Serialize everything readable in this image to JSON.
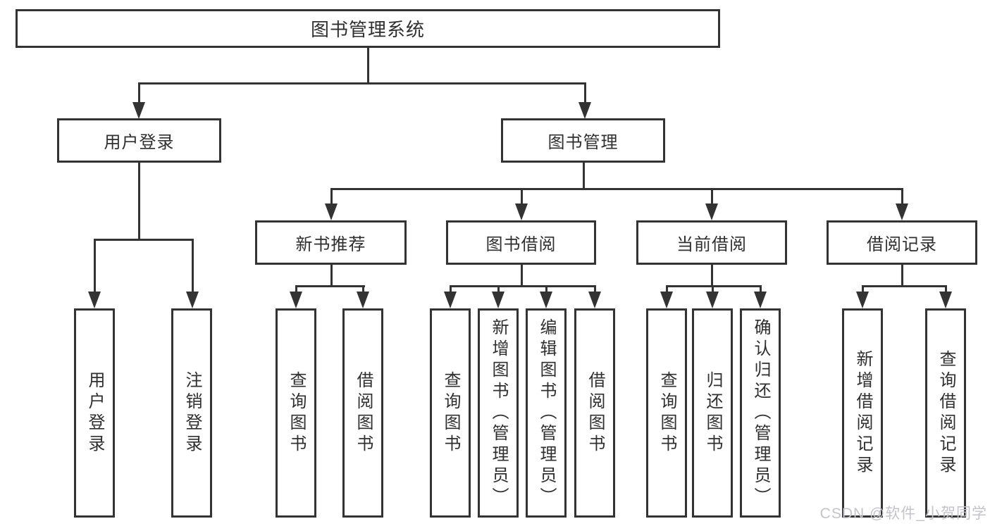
{
  "diagram": {
    "root_label": "图书管理系统",
    "branches": [
      {
        "label": "用户登录",
        "children": [
          "用户登录",
          "注销登录"
        ]
      },
      {
        "label": "图书管理",
        "sections": [
          {
            "label": "新书推荐",
            "children": [
              "查询图书",
              "借阅图书"
            ]
          },
          {
            "label": "图书借阅",
            "children": [
              "查询图书",
              "新增图书（管理员）",
              "编辑图书（管理员）",
              "借阅图书"
            ]
          },
          {
            "label": "当前借阅",
            "children": [
              "查询图书",
              "归还图书",
              "确认归还（管理员）"
            ]
          },
          {
            "label": "借阅记录",
            "children": [
              "新增借阅记录",
              "查询借阅记录"
            ]
          }
        ]
      }
    ]
  },
  "watermark": {
    "text": "CSDN @软件_小贺同学"
  },
  "colors": {
    "line": "#333333",
    "text": "#2f2f2f",
    "watermark": "#c3c3cb",
    "background": "#ffffff"
  }
}
